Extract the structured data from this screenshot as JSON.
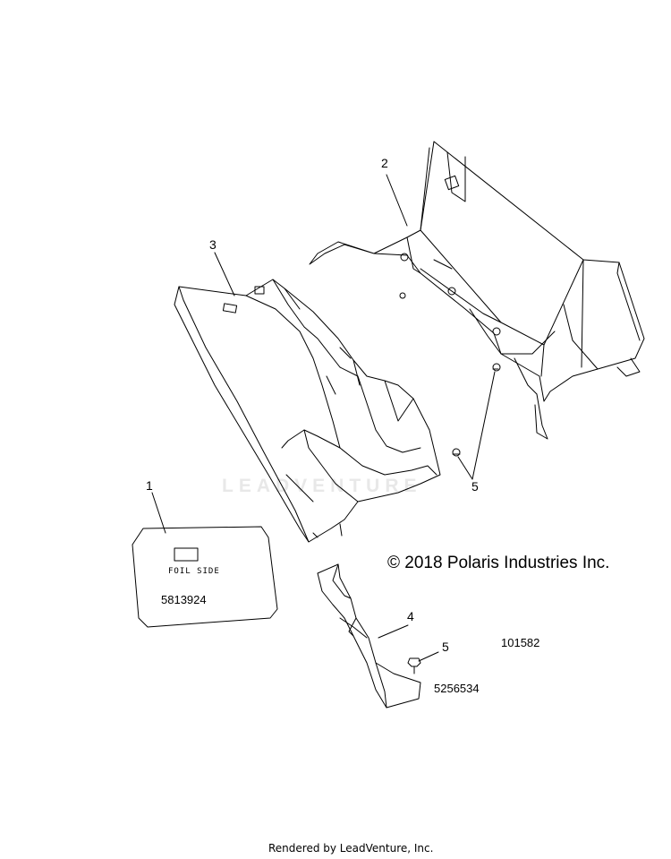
{
  "callouts": {
    "c1": "1",
    "c2": "2",
    "c3": "3",
    "c4": "4",
    "c5a": "5",
    "c5b": "5"
  },
  "part_numbers": {
    "decal": "5813924",
    "clip": "5256534",
    "diagram_id": "101582"
  },
  "decal": {
    "label": "FOIL SIDE"
  },
  "copyright": "© 2018 Polaris Industries Inc.",
  "watermark": "LEADVENTURE",
  "footer": "Rendered by LeadVenture, Inc.",
  "colors": {
    "line": "#000000",
    "background": "#ffffff",
    "watermark": "#e8e8e8"
  }
}
